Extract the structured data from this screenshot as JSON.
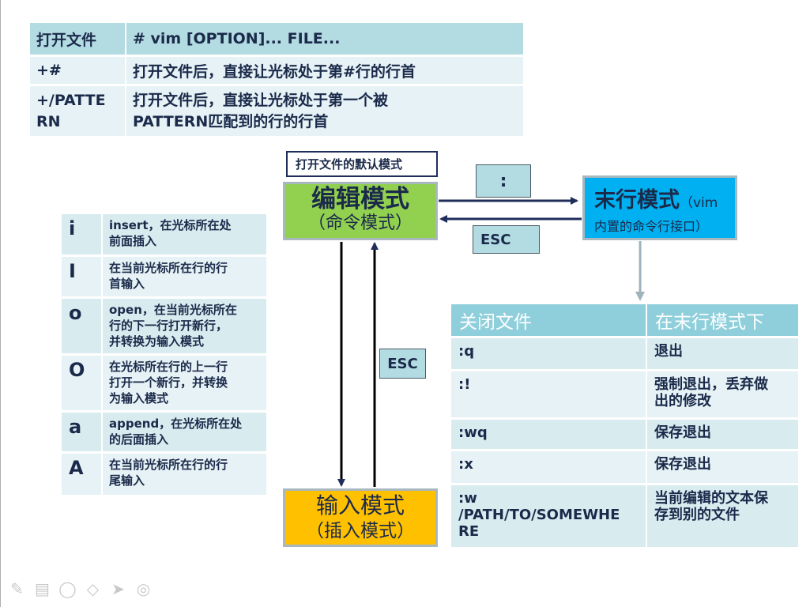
{
  "top_table": {
    "header": [
      "打开文件",
      "# vim [OPTION]... FILE..."
    ],
    "rows": [
      [
        "+#",
        "打开文件后，直接让光标处于第#行的行首"
      ],
      [
        "+/PATTE\nRN",
        "打开文件后，直接让光标处于第一个被\nPATTERN匹配到的行的行首"
      ]
    ]
  },
  "diagram": {
    "default_label": "打开文件的默认模式",
    "edit_mode": {
      "title": "编辑模式",
      "subtitle": "（命令模式）"
    },
    "last_line_mode": {
      "title": "末行模式",
      "title_suffix": "（vim",
      "subtitle": "内置的命令行接口）"
    },
    "input_mode": {
      "title": "输入模式",
      "subtitle": "（插入模式）"
    },
    "colon_label": ":",
    "esc_right_label": "ESC",
    "esc_down_label": "ESC"
  },
  "key_table": {
    "rows": [
      [
        "i",
        "insert，在光标所在处\n前面插入"
      ],
      [
        "I",
        "在当前光标所在行的行\n首输入"
      ],
      [
        "o",
        "open，在当前光标所在\n行的下一行打开新行，\n并转换为输入模式"
      ],
      [
        "O",
        "在光标所在行的上一行\n打开一个新行，并转换\n为输入模式"
      ],
      [
        "a",
        "append，在光标所在处\n的后面插入"
      ],
      [
        "A",
        "在当前光标所在行的行\n尾输入"
      ]
    ]
  },
  "cmd_table": {
    "header": [
      "关闭文件",
      "在末行模式下"
    ],
    "rows": [
      [
        ":q",
        "退出"
      ],
      [
        ":!",
        "强制退出，丢弃做\n出的修改"
      ],
      [
        ":wq",
        "保存退出"
      ],
      [
        ":x",
        "保存退出"
      ],
      [
        ":w\n/PATH/TO/SOMEWHE\nRE",
        "当前编辑的文本保\n存到别的文件"
      ]
    ]
  },
  "toolbar": {
    "icons": [
      "pen-icon",
      "highlighter-icon",
      "lasso-icon",
      "eraser-icon",
      "pointer-icon",
      "laser-icon"
    ],
    "glyphs": [
      "✎",
      "▤",
      "◯",
      "◇",
      "➤",
      "◎"
    ]
  },
  "colors": {
    "edit_mode": "#92d050",
    "last_line_mode": "#00b0f0",
    "input_mode": "#ffc000",
    "table_header": "#b3dbe2",
    "cmd_header": "#8ecfdb",
    "navy": "#1b2a4a"
  }
}
